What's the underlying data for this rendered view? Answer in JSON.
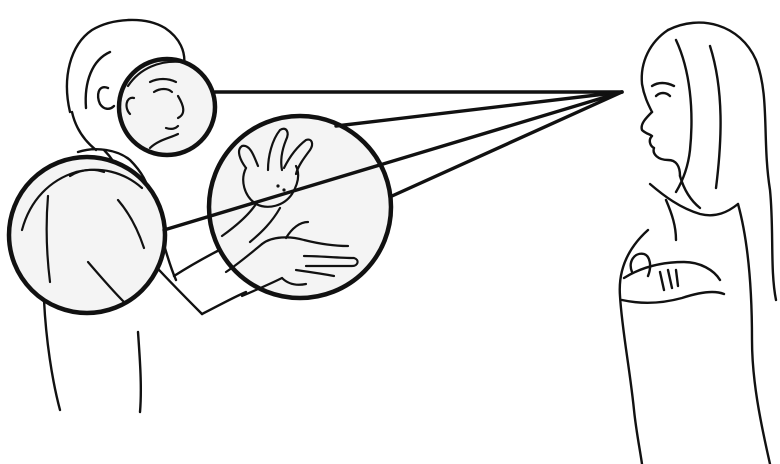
{
  "colors": {
    "background": "#ffffff",
    "ink": "#111111",
    "lens_fill": "#f4f4f4",
    "sightline": "#111111"
  },
  "figures": {
    "signer": "person-signing",
    "observer": "person-watching-arms-crossed"
  },
  "focus_circles": [
    "face",
    "hands",
    "shoulder-body"
  ]
}
